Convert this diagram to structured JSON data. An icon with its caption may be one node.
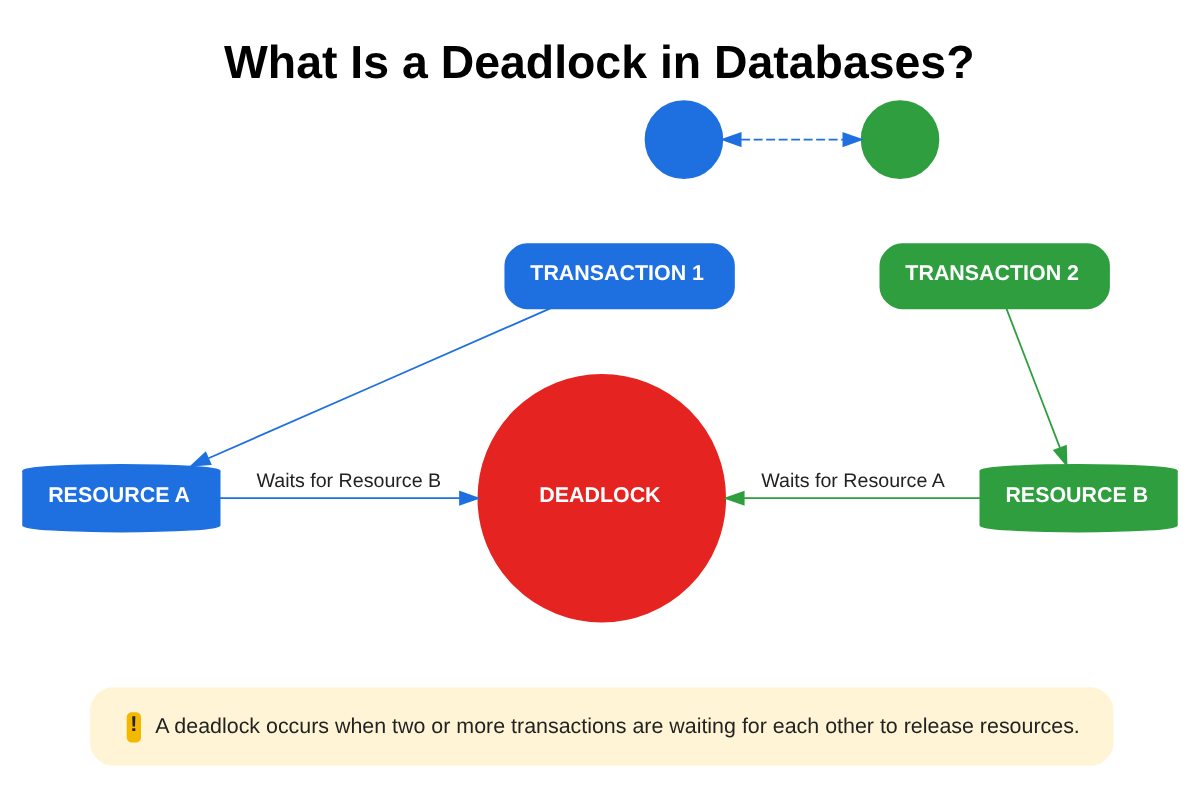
{
  "diagram": {
    "title": "What Is a Deadlock in Databases?",
    "nodes": [
      {
        "text": [],
        "shape": "person"
      },
      {
        "text": [],
        "shape": "person"
      },
      {
        "text": [
          "TRANSACTION 1"
        ]
      },
      {
        "text": [
          "TRANSACTION 2"
        ]
      },
      {
        "text": [
          "DEADLOCK"
        ]
      },
      {
        "text": [
          "RESOURCE A"
        ]
      },
      {
        "text": [
          "RESOURCE B"
        ]
      },
      {
        "text": [
          "!",
          "A deadlock occurs when two or more transactions are waiting for each other to release resources."
        ]
      }
    ],
    "edges": [
      {
        "from": 0,
        "to": 1,
        "arrow": "both",
        "style": "dashed",
        "color": "#1e6fe0"
      },
      {
        "from": 2,
        "to": 5,
        "arrow": "to",
        "color": "#1e6fe0"
      },
      {
        "from": 3,
        "to": 6,
        "arrow": "to",
        "color": "#2e9e3e"
      },
      {
        "from": 5,
        "to": 4,
        "arrow": "to",
        "label": "Waits for Resource B",
        "color": "#1e6fe0"
      },
      {
        "from": 6,
        "to": 4,
        "arrow": "to",
        "label": "Waits for Resource A",
        "color": "#2e9e3e"
      }
    ]
  }
}
